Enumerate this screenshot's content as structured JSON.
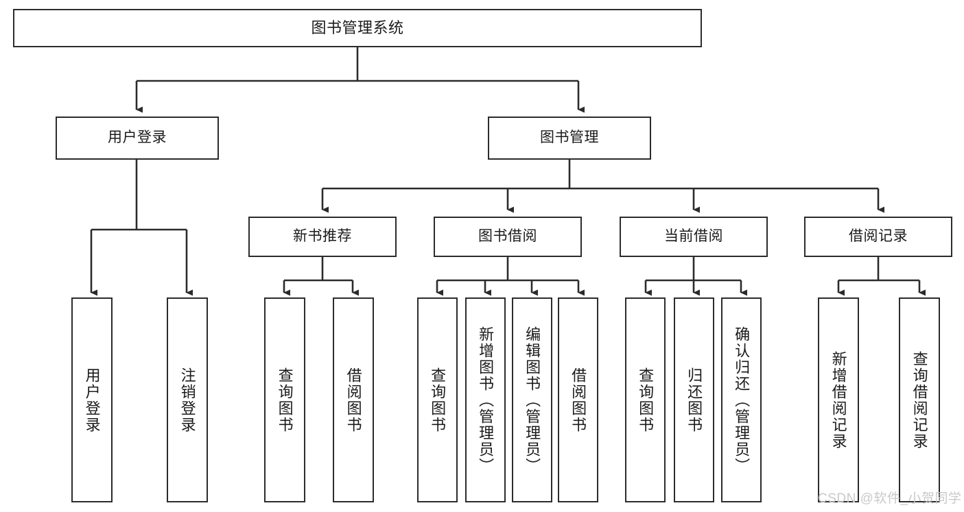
{
  "diagram": {
    "title": "图书管理系统",
    "type": "tree",
    "colors": {
      "box_border": "#2b2b2b",
      "box_fill": "#ffffff",
      "edge": "#2b2b2b",
      "text": "#1a1a1a",
      "watermark": "#c9c9c9",
      "background": "#ffffff"
    },
    "nodes": {
      "root": {
        "label": "图书管理系统",
        "level": 1
      },
      "user_login": {
        "label": "用户登录",
        "level": 2
      },
      "book_manage": {
        "label": "图书管理",
        "level": 2
      },
      "new_book_rec": {
        "label": "新书推荐",
        "level": 3
      },
      "book_borrow": {
        "label": "图书借阅",
        "level": 3
      },
      "current_borrow": {
        "label": "当前借阅",
        "level": 3
      },
      "borrow_record": {
        "label": "借阅记录",
        "level": 3
      },
      "leaf_user_login": {
        "label": "用户登录",
        "level": 3
      },
      "leaf_logout": {
        "label": "注销登录",
        "level": 3
      },
      "leaf_query_book_1": {
        "label": "查询图书",
        "level": 4
      },
      "leaf_borrow_book_1": {
        "label": "借阅图书",
        "level": 4
      },
      "leaf_query_book_2": {
        "label": "查询图书",
        "level": 4
      },
      "leaf_add_book": {
        "label": "新增图书（管理员）",
        "level": 4
      },
      "leaf_edit_book": {
        "label": "编辑图书（管理员）",
        "level": 4
      },
      "leaf_borrow_book_2": {
        "label": "借阅图书",
        "level": 4
      },
      "leaf_query_book_3": {
        "label": "查询图书",
        "level": 4
      },
      "leaf_return_book": {
        "label": "归还图书",
        "level": 4
      },
      "leaf_confirm_return": {
        "label": "确认归还（管理员）",
        "level": 4
      },
      "leaf_add_record": {
        "label": "新增借阅记录",
        "level": 4
      },
      "leaf_query_record": {
        "label": "查询借阅记录",
        "level": 4
      }
    },
    "hierarchy": {
      "图书管理系统": {
        "用户登录": [
          "用户登录",
          "注销登录"
        ],
        "图书管理": {
          "新书推荐": [
            "查询图书",
            "借阅图书"
          ],
          "图书借阅": [
            "查询图书",
            "新增图书（管理员）",
            "编辑图书（管理员）",
            "借阅图书"
          ],
          "当前借阅": [
            "查询图书",
            "归还图书",
            "确认归还（管理员）"
          ],
          "借阅记录": [
            "新增借阅记录",
            "查询借阅记录"
          ]
        }
      }
    },
    "watermark": "CSDN @软件_小贺同学"
  }
}
